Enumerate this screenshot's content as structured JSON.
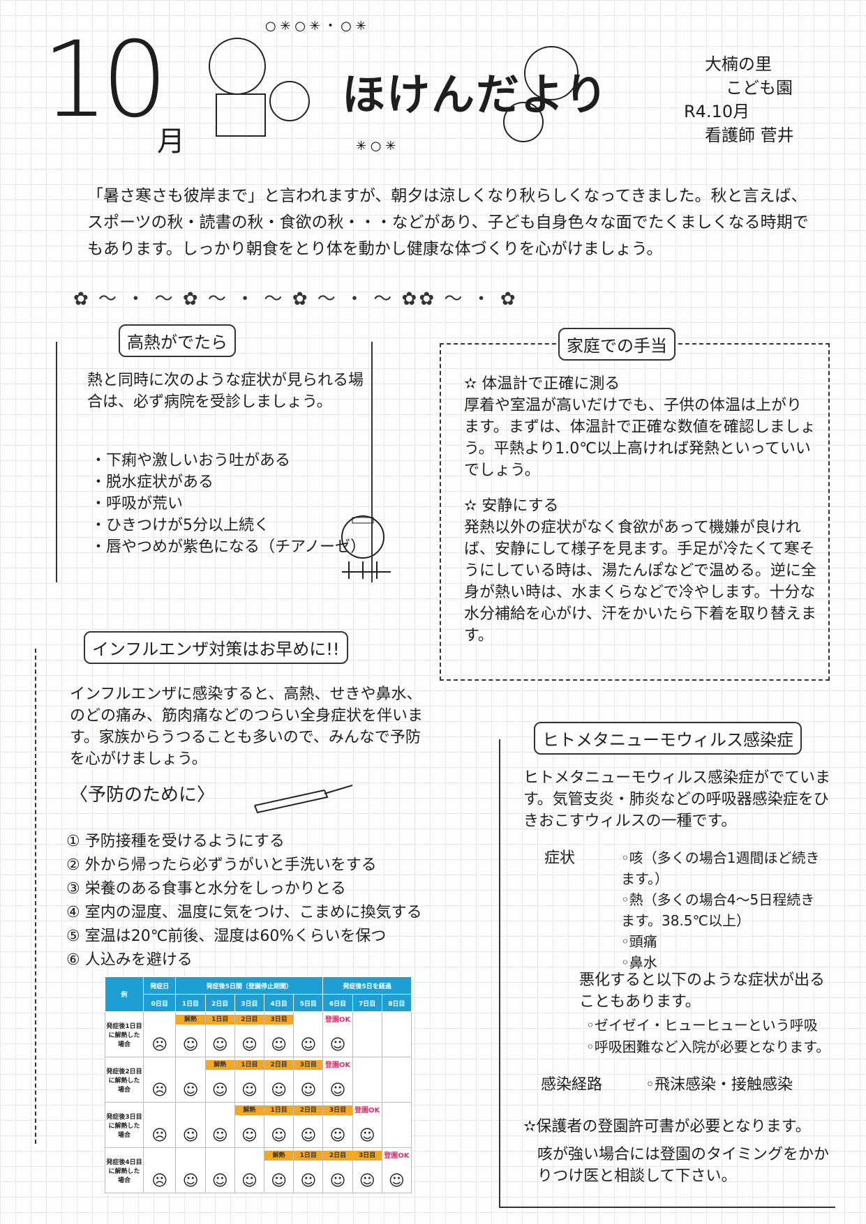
{
  "header": {
    "month_number": "10",
    "month_unit": "月",
    "title": "ほけんだより",
    "org_lines": [
      "大楠の里",
      "こども園",
      "R4.10月",
      "看護師 菅井"
    ]
  },
  "intro": "「暑さ寒さも彼岸まで」と言われますが、朝夕は涼しくなり秋らしくなってきました。秋と言えば、スポーツの秋・読書の秋・食欲の秋・・・などがあり、子ども自身色々な面でたくましくなる時期でもあります。しっかり朝食をとり体を動かし健康な体づくりを心がけましょう。",
  "divider": "✿ ～ ・ ～ ✿ ～ ・ ～ ✿ ～ ・ ～ ✿✿ ～ ・ ✿",
  "fever": {
    "title": "高熱がでたら",
    "lead": "熱と同時に次のような症状が見られる場合は、必ず病院を受診しましょう。",
    "items": [
      "下痢や激しいおう吐がある",
      "脱水症状がある",
      "呼吸が荒い",
      "ひきつけが5分以上続く",
      "唇やつめが紫色になる（チアノーゼ）"
    ]
  },
  "home_care": {
    "title": "家庭での手当",
    "sections": [
      {
        "heading": "✫ 体温計で正確に測る",
        "body": "厚着や室温が高いだけでも、子供の体温は上がります。まずは、体温計で正確な数値を確認しましょう。平熱より1.0℃以上高ければ発熱といっていいでしょう。"
      },
      {
        "heading": "✫ 安静にする",
        "body": "発熱以外の症状がなく食欲があって機嫌が良ければ、安静にして様子を見ます。手足が冷たくて寒そうにしている時は、湯たんぽなどで温める。逆に全身が熱い時は、水まくらなどで冷やします。十分な水分補給を心がけ、汗をかいたら下着を取り替えます。"
      }
    ]
  },
  "influenza": {
    "title": "インフルエンザ対策はお早めに!!",
    "lead": "インフルエンザに感染すると、高熱、せきや鼻水、のどの痛み、筋肉痛などのつらい全身症状を伴います。家族からうつることも多いので、みんなで予防を心がけましょう。",
    "prevention_title": "〈予防のために〉",
    "items": [
      "① 予防接種を受けるようにする",
      "② 外から帰ったら必ずうがいと手洗いをする",
      "③ 栄養のある食事と水分をしっかりとる",
      "④ 室内の湿度、温度に気をつけ、こまめに換気する",
      "⑤ 室温は20℃前後、湿度は60%くらいを保つ",
      "⑥ 人込みを避ける"
    ]
  },
  "schedule_table": {
    "corner": "例",
    "group_headers": [
      "発症日",
      "発症後5日間（登園停止期間）",
      "発症後5日を経過"
    ],
    "days": [
      "0日目",
      "1日目",
      "2日目",
      "3日目",
      "4日目",
      "5日目",
      "6日目",
      "7日目",
      "8日目"
    ],
    "bar_labels": [
      "解熱",
      "1日目",
      "2日目",
      "3日目"
    ],
    "ok_label": "登園OK",
    "rows": [
      {
        "label": "発症後1日目に解熱した場合",
        "fever_down_day": 1,
        "ok_day": 6
      },
      {
        "label": "発症後2日目に解熱した場合",
        "fever_down_day": 2,
        "ok_day": 6
      },
      {
        "label": "発症後3日目に解熱した場合",
        "fever_down_day": 3,
        "ok_day": 7
      },
      {
        "label": "発症後4日目に解熱した場合",
        "fever_down_day": 4,
        "ok_day": 8
      }
    ]
  },
  "hmpv": {
    "title": "ヒトメタニューモウィルス感染症",
    "lead": "ヒトメタニューモウィルス感染症がでています。気管支炎・肺炎などの呼吸器感染症をひきおこすウィルスの一種です。",
    "symptoms_label": "症状",
    "symptoms": [
      "咳（多くの場合1週間ほど続きます。）",
      "熱（多くの場合4〜5日程続きます。38.5℃以上）",
      "頭痛",
      "鼻水"
    ],
    "worse_lead": "悪化すると以下のような症状が出ることもあります。",
    "worse_items": [
      "ゼイゼイ・ヒューヒューという呼吸",
      "呼吸困難など入院が必要となります。"
    ],
    "route_label": "感染経路",
    "route": "飛沫感染・接触感染",
    "note": "✫保護者の登園許可書が必要となります。",
    "note2": "咳が強い場合には登園のタイミングをかかりつけ医と相談して下さい。"
  }
}
